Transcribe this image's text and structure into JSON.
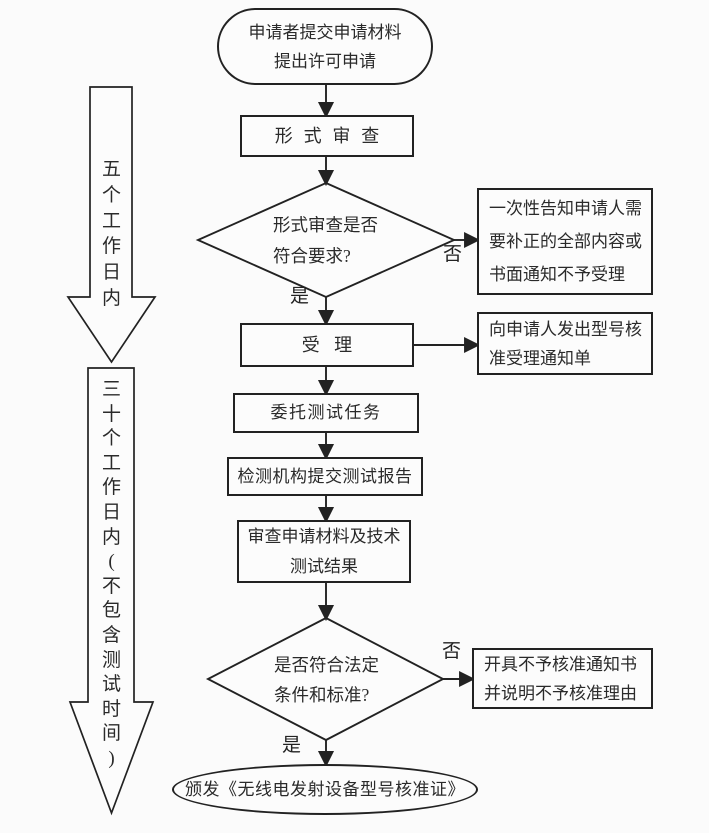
{
  "page": {
    "background_color": "#fbfbfb",
    "line_color": "#222222",
    "text_color": "#2a2a2a"
  },
  "timeline": {
    "five_days_label": "五个工作日内",
    "thirty_days_label": "三十个工作日内(不包含测试时间)"
  },
  "nodes": {
    "start": {
      "type": "terminator",
      "lines": [
        "申请者提交申请材料",
        "提出许可申请"
      ]
    },
    "formal_review": {
      "type": "process",
      "label": "形式审查"
    },
    "formal_review_decision": {
      "type": "decision",
      "lines": [
        "形式审查是否",
        "符合要求?"
      ]
    },
    "notify_correction": {
      "type": "process",
      "lines": [
        "一次性告知申请人需",
        "要补正的全部内容或",
        "书面通知不予受理"
      ]
    },
    "acceptance": {
      "type": "process",
      "label": "受理"
    },
    "acceptance_notice": {
      "type": "process",
      "lines": [
        "向申请人发出型号核",
        "准受理通知单"
      ]
    },
    "assign_testing": {
      "type": "process",
      "label": "委托测试任务"
    },
    "test_report": {
      "type": "process",
      "label": "检测机构提交测试报告"
    },
    "review_materials": {
      "type": "process",
      "lines": [
        "审查申请材料及技术",
        "测试结果"
      ]
    },
    "approval_decision": {
      "type": "decision",
      "lines": [
        "是否符合法定",
        "条件和标准?"
      ]
    },
    "rejection_notice": {
      "type": "process",
      "lines": [
        "开具不予核准通知书",
        "并说明不予核准理由"
      ]
    },
    "issue_certificate": {
      "type": "terminator",
      "lines": [
        "颁发《无线电发射设备型号核准证》"
      ]
    }
  },
  "edge_labels": {
    "formal_review_yes": "是",
    "formal_review_no": "否",
    "approval_yes": "是",
    "approval_no": "否"
  }
}
